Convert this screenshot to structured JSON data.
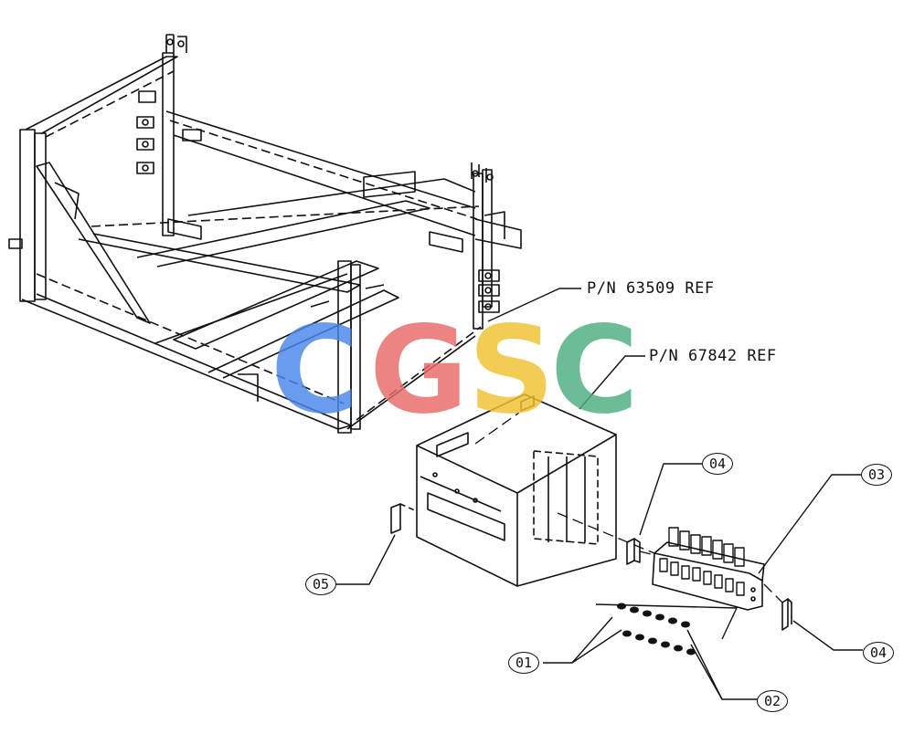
{
  "callouts": {
    "ref_frame": "P/N 63509 REF",
    "ref_housing": "P/N 67842 REF"
  },
  "balloons": [
    "01",
    "02",
    "03",
    "04",
    "04",
    "05"
  ],
  "watermark": {
    "letters": [
      "C",
      "G",
      "S",
      "C"
    ],
    "colors": [
      "#4a86e8",
      "#e86a6a",
      "#f1c232",
      "#4caf80"
    ]
  },
  "colors": {
    "line": "#111111",
    "background": "#ffffff"
  }
}
